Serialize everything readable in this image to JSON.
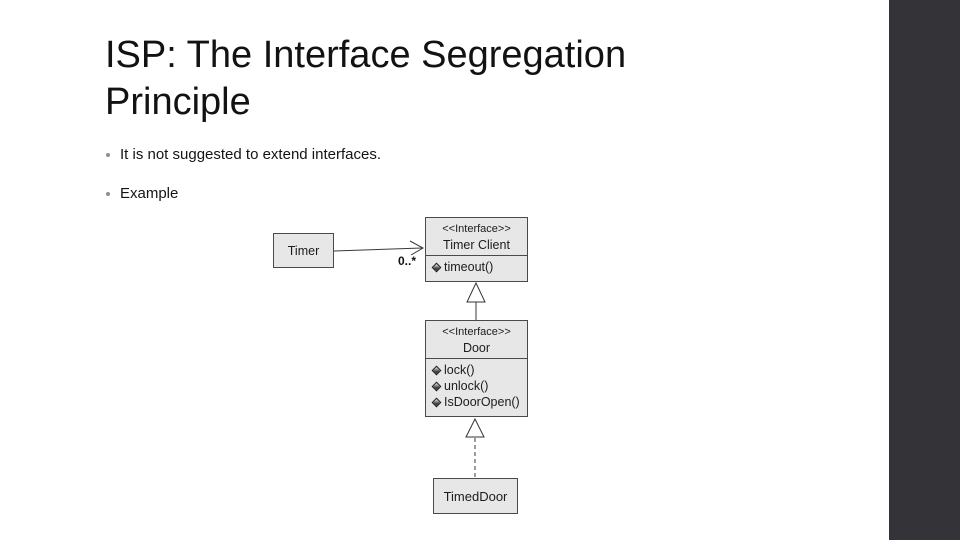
{
  "slide": {
    "title": "ISP: The Interface Segregation Principle",
    "bullets": [
      "It is not suggested to extend interfaces.",
      "Example"
    ],
    "colors": {
      "background": "#ffffff",
      "accent_bar": "#343337",
      "title_text": "#121212",
      "body_text": "#141414",
      "uml_box_fill": "#e7e7e7",
      "uml_box_border": "#4a4a4a"
    }
  },
  "diagram": {
    "timer": {
      "name": "Timer"
    },
    "timer_client": {
      "stereotype": "<<Interface>>",
      "name": "Timer Client",
      "methods": [
        "timeout()"
      ]
    },
    "door": {
      "stereotype": "<<Interface>>",
      "name": "Door",
      "methods": [
        "lock()",
        "unlock()",
        "IsDoorOpen()"
      ]
    },
    "timed_door": {
      "name": "TimedDoor"
    },
    "association": {
      "multiplicity": "0..*"
    }
  }
}
